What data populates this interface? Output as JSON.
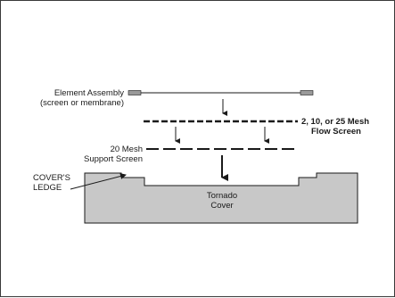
{
  "diagram": {
    "element_assembly": {
      "line1": "Element Assembly",
      "line2": "(screen or membrane)"
    },
    "flow_screen": {
      "line1": "2, 10, or 25 Mesh",
      "line2": "Flow Screen"
    },
    "support_screen": {
      "line1": "20 Mesh",
      "line2": "Support Screen"
    },
    "covers_ledge": {
      "line1": "COVER'S",
      "line2": "LEDGE"
    },
    "cover": {
      "line1": "Tornado",
      "line2": "Cover"
    },
    "colors": {
      "cover_fill": "#c8c8c8",
      "stroke": "#1a1a1a",
      "element_bar": "#9a9a9a"
    }
  }
}
